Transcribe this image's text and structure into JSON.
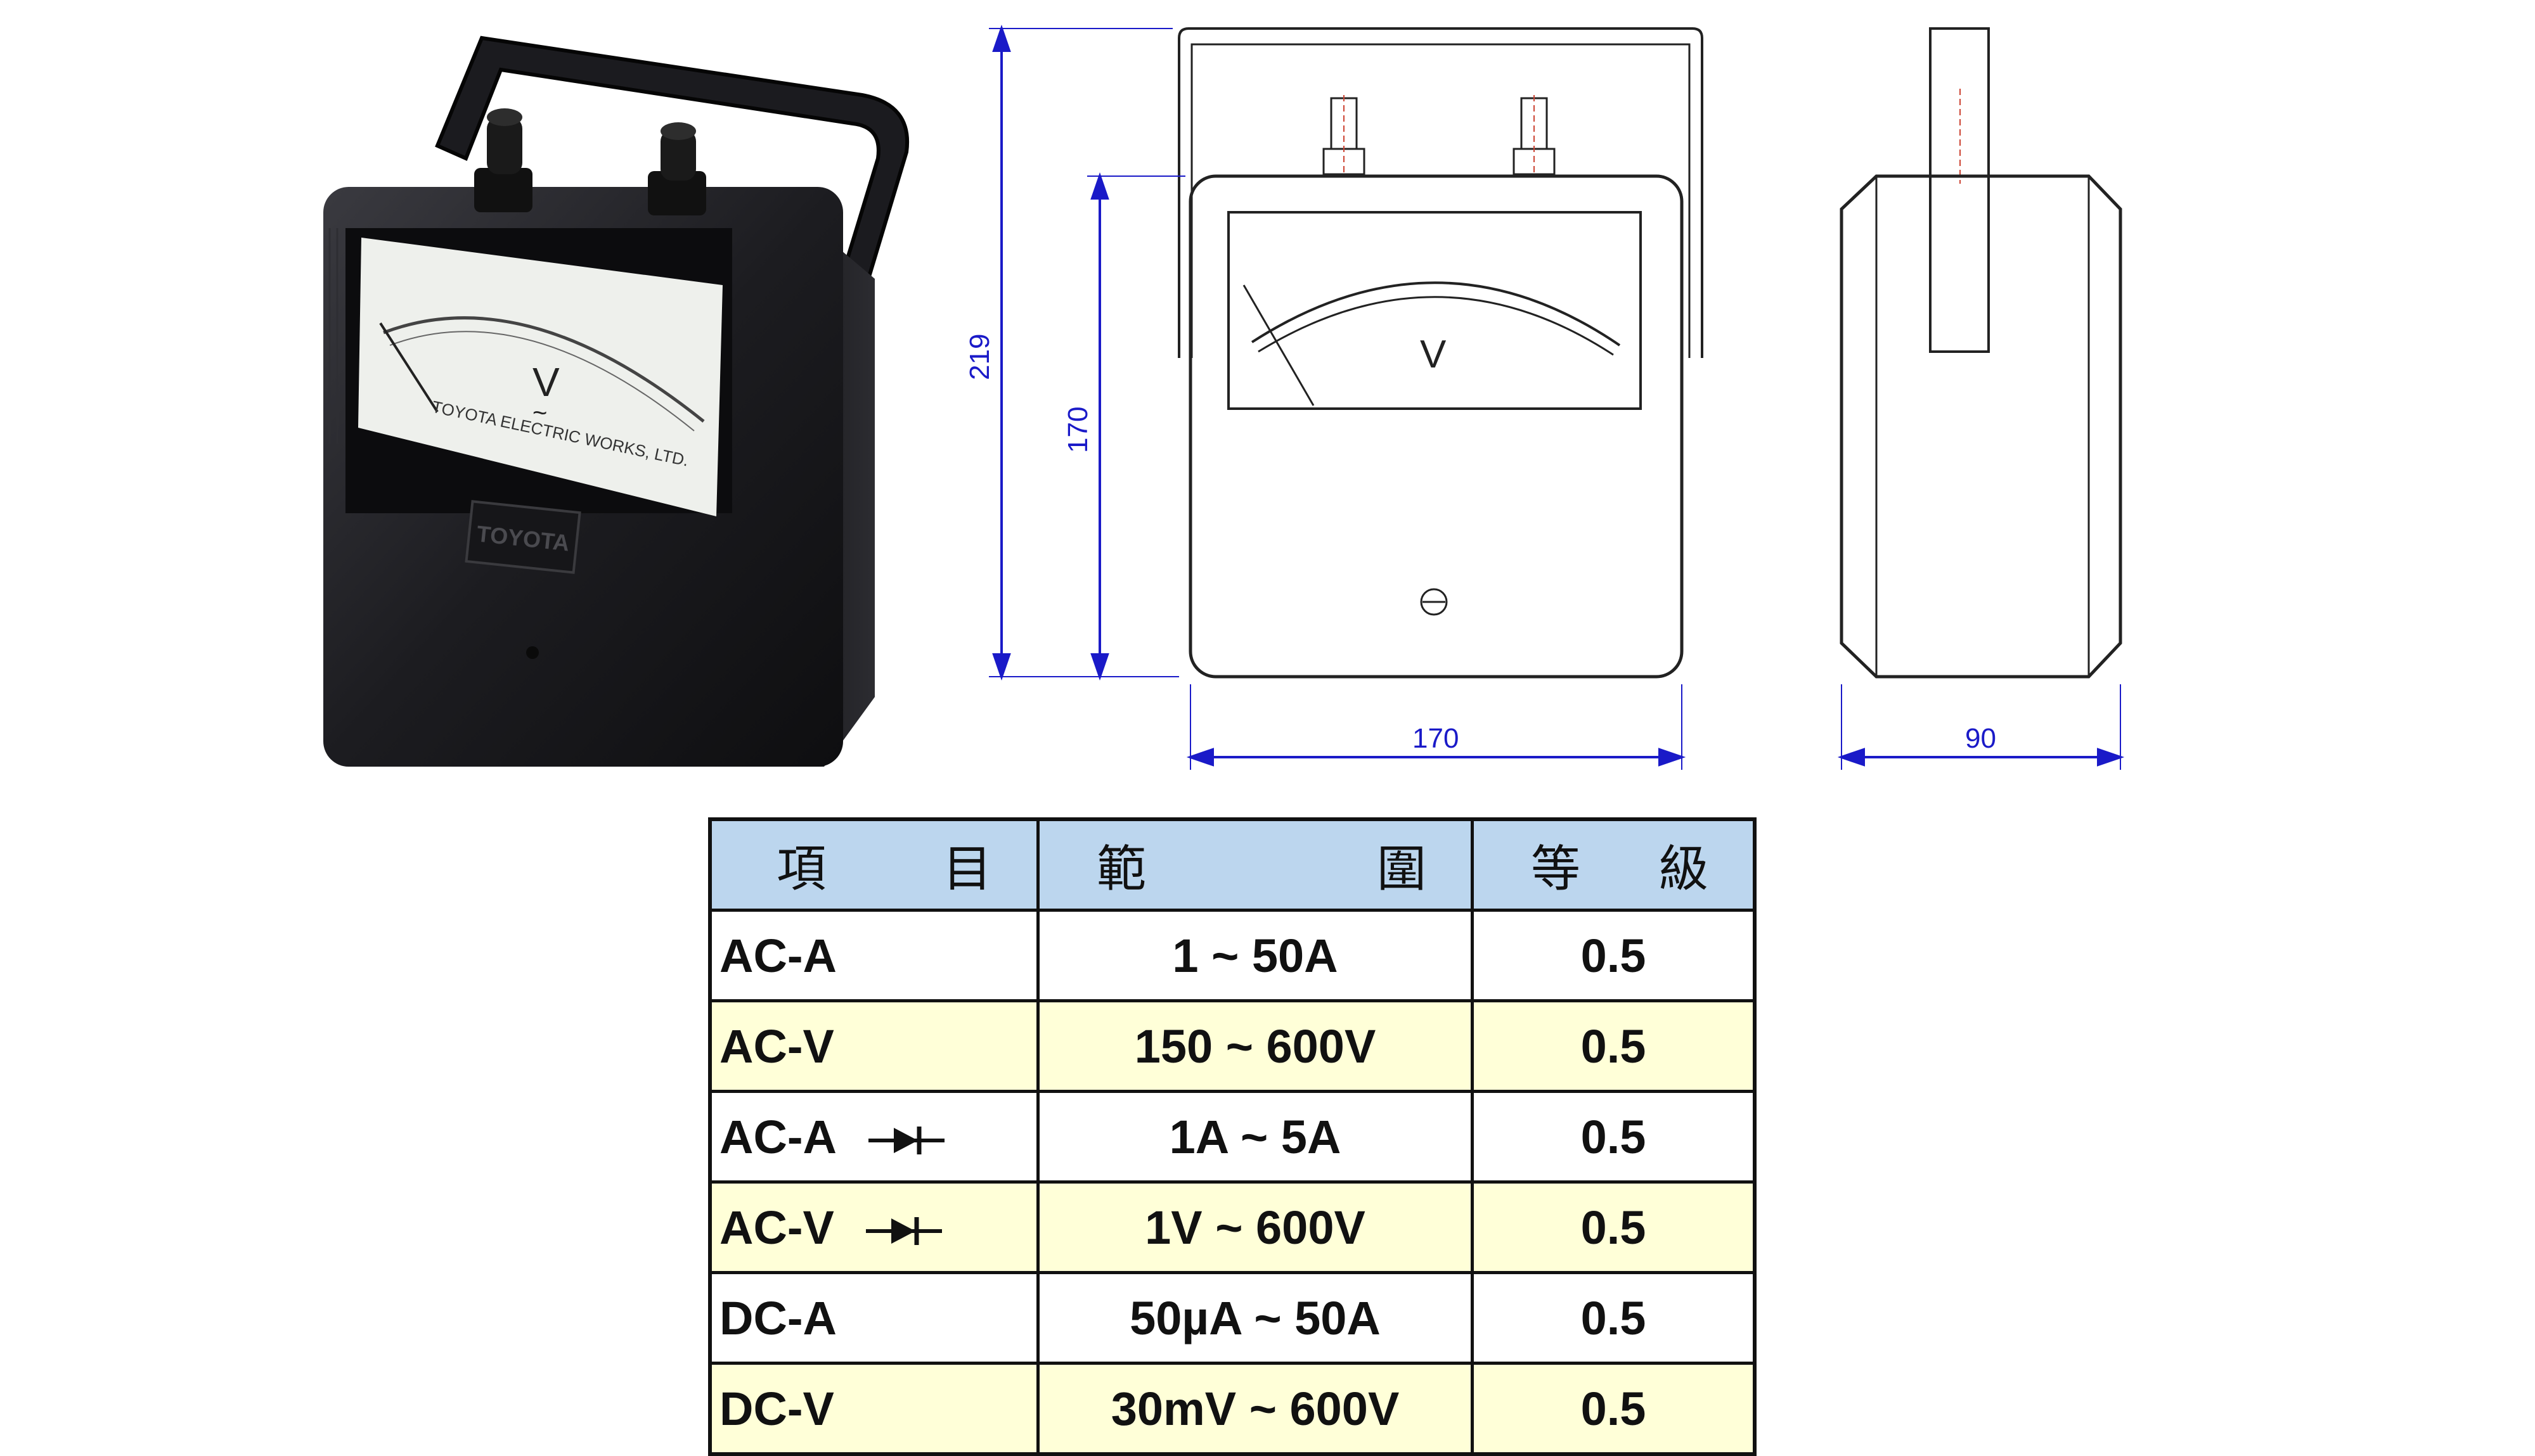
{
  "photo": {
    "meter_symbol": "V",
    "meter_sub_symbol": "~",
    "maker_text": "TOYOTA ELECTRIC WORKS, LTD.",
    "brand_plate": "TOYOTA"
  },
  "drawing": {
    "front_symbol": "V",
    "dim_total_height": "219",
    "dim_body_height": "170",
    "dim_front_width": "170",
    "dim_side_depth": "90"
  },
  "table": {
    "headers": [
      {
        "a": "項",
        "b": "目"
      },
      {
        "a": "範",
        "b": "圍"
      },
      {
        "a": "等",
        "b": "級"
      }
    ],
    "rows": [
      {
        "item": "AC-A",
        "range": "1 ~ 50A",
        "grade": "0.5",
        "diode": false
      },
      {
        "item": "AC-V",
        "range": "150 ~ 600V",
        "grade": "0.5",
        "diode": false
      },
      {
        "item": "AC-A",
        "range": "1A ~ 5A",
        "grade": "0.5",
        "diode": true
      },
      {
        "item": "AC-V",
        "range": "1V ~ 600V",
        "grade": "0.5",
        "diode": true
      },
      {
        "item": "DC-A",
        "range": "50µA ~ 50A",
        "grade": "0.5",
        "diode": false
      },
      {
        "item": "DC-V",
        "range": "30mV ~ 600V",
        "grade": "0.5",
        "diode": false
      }
    ]
  },
  "colors": {
    "dimension_line": "#1a1ac8",
    "header_fill": "#bcd6ee",
    "alt_row_fill": "#ffffd8",
    "meter_body": "#1e1e22"
  }
}
